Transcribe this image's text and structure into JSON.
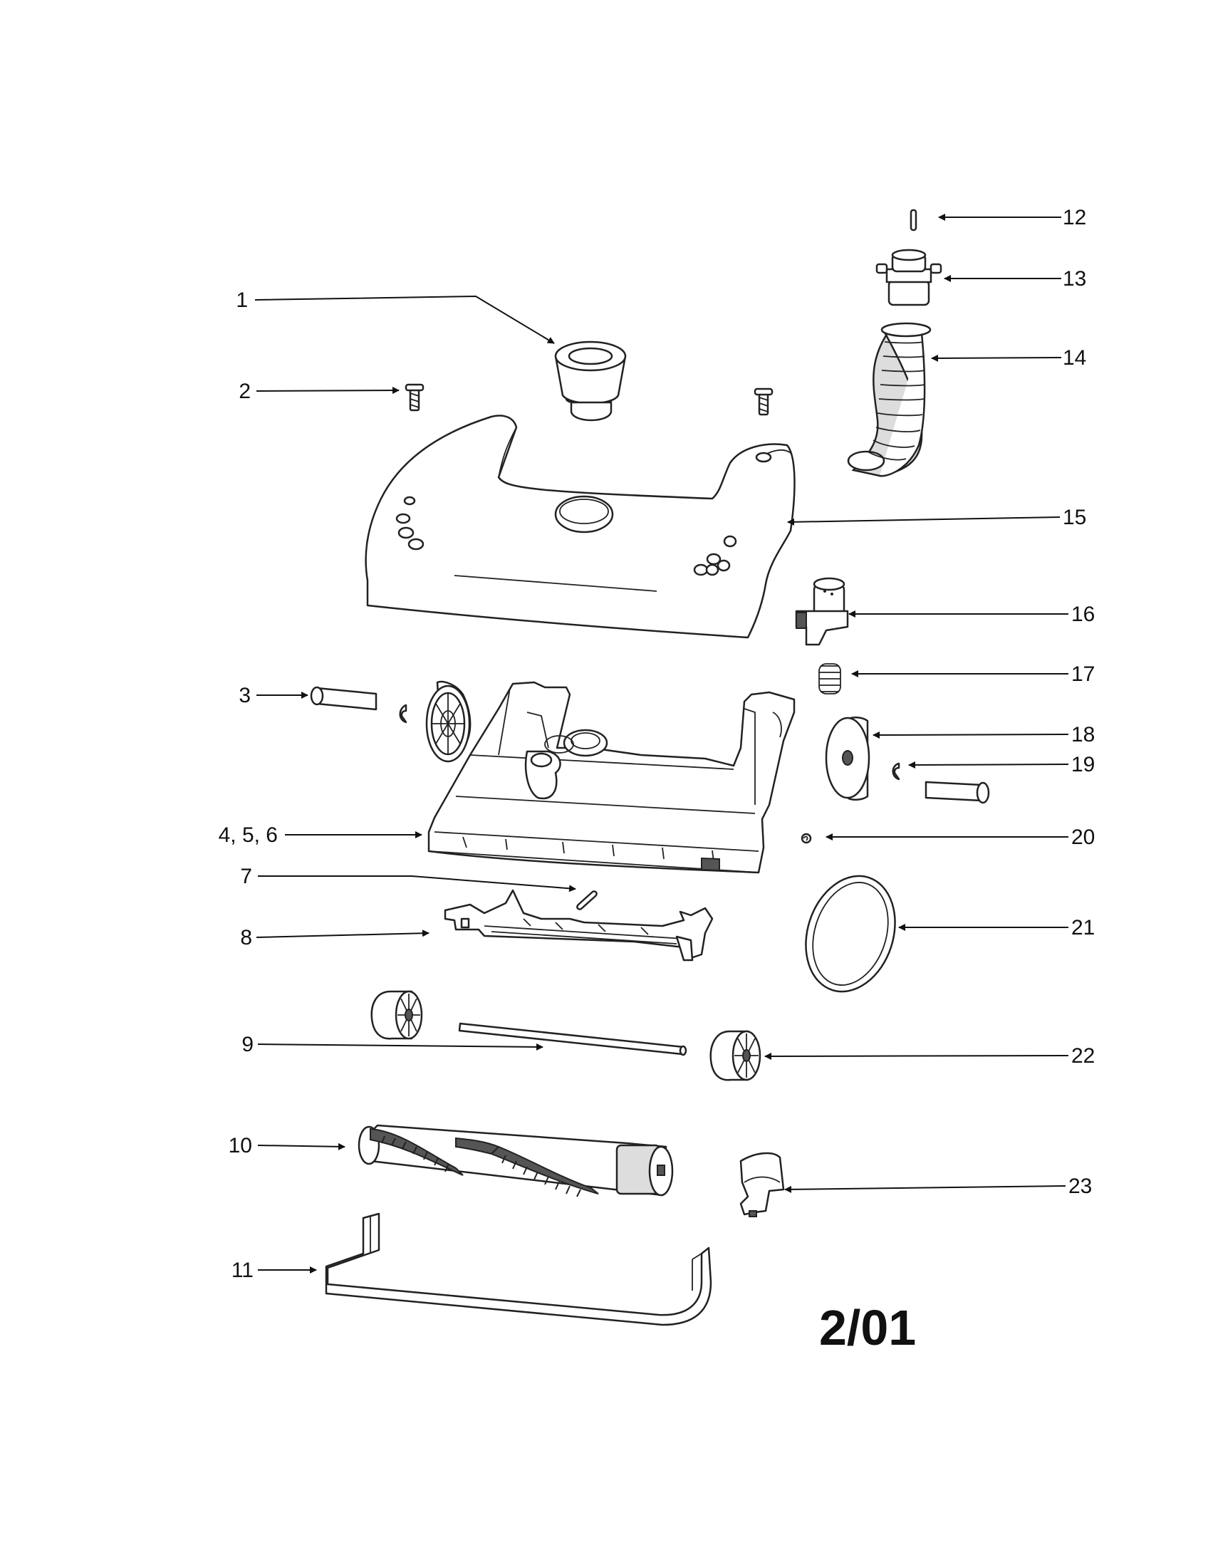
{
  "callouts": [
    {
      "id": "1",
      "label": "1"
    },
    {
      "id": "2",
      "label": "2"
    },
    {
      "id": "3",
      "label": "3"
    },
    {
      "id": "4",
      "label": "4, 5, 6"
    },
    {
      "id": "7",
      "label": "7"
    },
    {
      "id": "8",
      "label": "8"
    },
    {
      "id": "9",
      "label": "9"
    },
    {
      "id": "10",
      "label": "10"
    },
    {
      "id": "11",
      "label": "11"
    },
    {
      "id": "12",
      "label": "12"
    },
    {
      "id": "13",
      "label": "13"
    },
    {
      "id": "14",
      "label": "14"
    },
    {
      "id": "15",
      "label": "15"
    },
    {
      "id": "16",
      "label": "16"
    },
    {
      "id": "17",
      "label": "17"
    },
    {
      "id": "18",
      "label": "18"
    },
    {
      "id": "19",
      "label": "19"
    },
    {
      "id": "20",
      "label": "20"
    },
    {
      "id": "21",
      "label": "21"
    },
    {
      "id": "22",
      "label": "22"
    },
    {
      "id": "23",
      "label": "23"
    }
  ],
  "revision_code": "2/01"
}
